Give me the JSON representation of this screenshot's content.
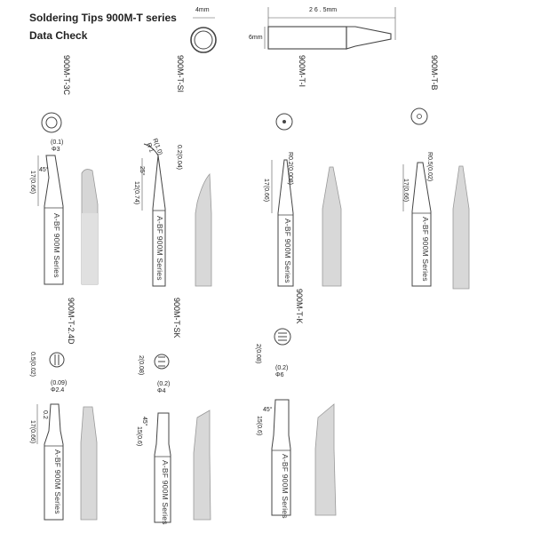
{
  "header": {
    "title": "Soldering Tips 900M-T series",
    "subtitle": "Data Check"
  },
  "top_dimensions": {
    "diameter": "4mm",
    "length": "2 6 .  5mm",
    "height": "6mm"
  },
  "series_label": "A-BF 900M Series",
  "tips": [
    {
      "name": "900M-T-3C",
      "d1": "(0.1)",
      "d2": "Φ3",
      "angle": "45°",
      "len": "17(0.66)"
    },
    {
      "name": "900M-T-SI",
      "d1": "R(1.0)",
      "d2": "R 1",
      "d3": "0.2(0.04)",
      "angle": "25°",
      "len": "12(0.74)"
    },
    {
      "name": "900M-T-I",
      "d1": "R0.2(0.008)",
      "len": "17(0.66)"
    },
    {
      "name": "900M-T-B",
      "d1": "R0.5(0.02)",
      "len": "17(0.66)"
    },
    {
      "name": "900M-T-2.4D",
      "d0": "0.5(0.02)",
      "d1": "(0.09)",
      "d2": "Φ2.4",
      "d3": "0.2",
      "len": "17(0.66)"
    },
    {
      "name": "900M-T-SK",
      "d0": "2(0.08)",
      "d1": "(0.2)",
      "d2": "Φ4",
      "angle": "45°",
      "len": "15(0.6)"
    },
    {
      "name": "900M-T-K",
      "d0": "2(0.08)",
      "d1": "(0.2)",
      "d2": "Φ6",
      "angle": "45°",
      "len": "15(0.6)"
    }
  ]
}
